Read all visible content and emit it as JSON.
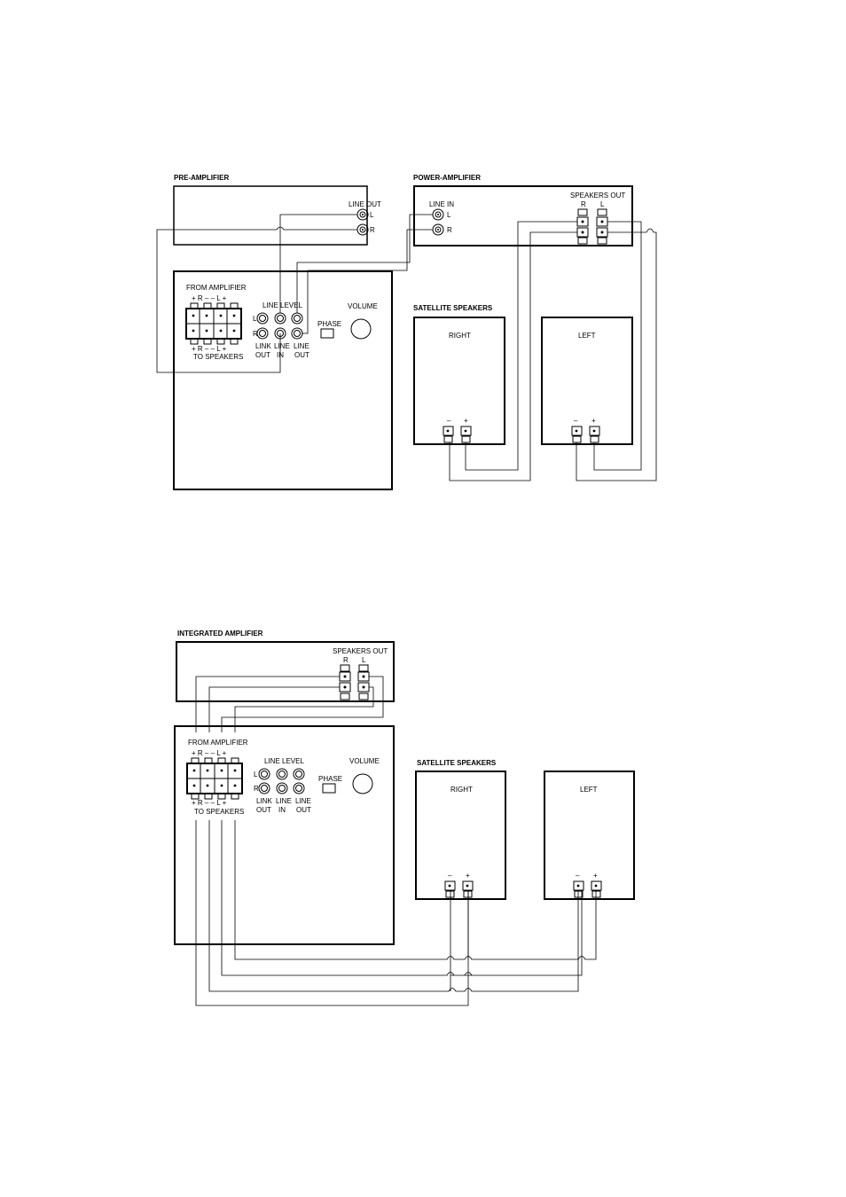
{
  "diagram1": {
    "pre_amplifier": {
      "title": "PRE-AMPLIFIER",
      "line_out": "LINE OUT",
      "l": "L",
      "r": "R"
    },
    "power_amplifier": {
      "title": "POWER-AMPLIFIER",
      "line_in": "LINE IN",
      "l": "L",
      "r": "R",
      "speakers_out": "SPEAKERS OUT",
      "so_r": "R",
      "so_l": "L"
    },
    "subwoofer": {
      "from_amplifier": "FROM AMPLIFIER",
      "top_signs": "+ R –     – L +",
      "bottom_signs": "+ R –     – L +",
      "to_speakers": "TO SPEAKERS",
      "line_level": "LINE LEVEL",
      "l": "L",
      "r": "R",
      "link": "LINK",
      "out1": "OUT",
      "line1": "LINE",
      "in": "IN",
      "line2": "LINE",
      "out2": "OUT",
      "phase": "PHASE",
      "volume": "VOLUME"
    },
    "satellites": {
      "title": "SATELLITE SPEAKERS",
      "right": "RIGHT",
      "left": "LEFT",
      "minus": "–",
      "plus": "+"
    }
  },
  "diagram2": {
    "integrated_amplifier": {
      "title": "INTEGRATED AMPLIFIER",
      "speakers_out": "SPEAKERS OUT",
      "so_r": "R",
      "so_l": "L"
    },
    "subwoofer": {
      "from_amplifier": "FROM AMPLIFIER",
      "top_signs": "+ R –     – L +",
      "bottom_signs": "+ R –     – L +",
      "to_speakers": "TO SPEAKERS",
      "line_level": "LINE LEVEL",
      "l": "L",
      "r": "R",
      "link": "LINK",
      "out1": "OUT",
      "line1": "LINE",
      "in": "IN",
      "line2": "LINE",
      "out2": "OUT",
      "phase": "PHASE",
      "volume": "VOLUME"
    },
    "satellites": {
      "title": "SATELLITE SPEAKERS",
      "right": "RIGHT",
      "left": "LEFT",
      "minus": "–",
      "plus": "+"
    }
  }
}
